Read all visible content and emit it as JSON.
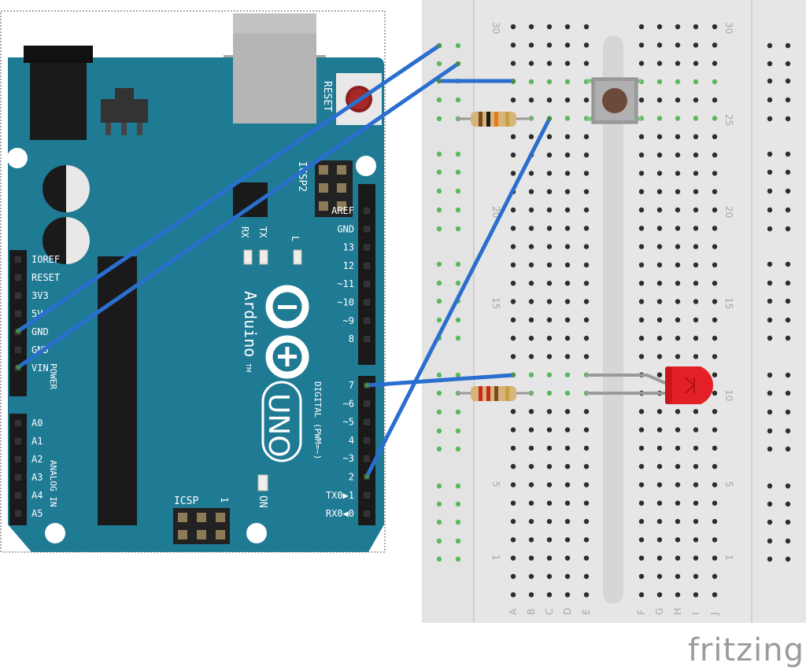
{
  "brand": "fritzing",
  "arduino": {
    "reset_label": "RESET",
    "icsp2_label": "ICSP2",
    "icsp_label": "ICSP",
    "icsp_pin1": "1",
    "on_label": "ON",
    "rx_label": "RX",
    "tx_label": "TX",
    "l_label": "L",
    "name": "Arduino",
    "tm": "TM",
    "model": "UNO",
    "power_pins": [
      "IOREF",
      "RESET",
      "3V3",
      "5V",
      "GND",
      "GND",
      "VIN"
    ],
    "power_title": "POWER",
    "analog_pins": [
      "A0",
      "A1",
      "A2",
      "A3",
      "A4",
      "A5"
    ],
    "analog_title": "ANALOG IN",
    "digital_top_pins": [
      "AREF",
      "GND",
      "13",
      "12",
      "~11",
      "~10",
      "~9",
      "8"
    ],
    "digital_bottom_pins": [
      "7",
      "~6",
      "~5",
      "4",
      "~3",
      "2",
      "TX0▶1",
      "RX0◀0"
    ],
    "digital_title": "DIGITAL (PWM=~)"
  },
  "breadboard": {
    "left_rows": [
      "A",
      "B",
      "C",
      "D",
      "E"
    ],
    "right_rows": [
      "F",
      "G",
      "H",
      "I",
      "J"
    ],
    "column_markers": [
      "30",
      "25",
      "20",
      "15",
      "10",
      "5",
      "1"
    ]
  },
  "colors": {
    "board": "#1f7a94",
    "wire": "#2a6fcf",
    "breadboard": "#e6e6e6",
    "led": "#e32026",
    "active_hole": "#5cb85c"
  }
}
